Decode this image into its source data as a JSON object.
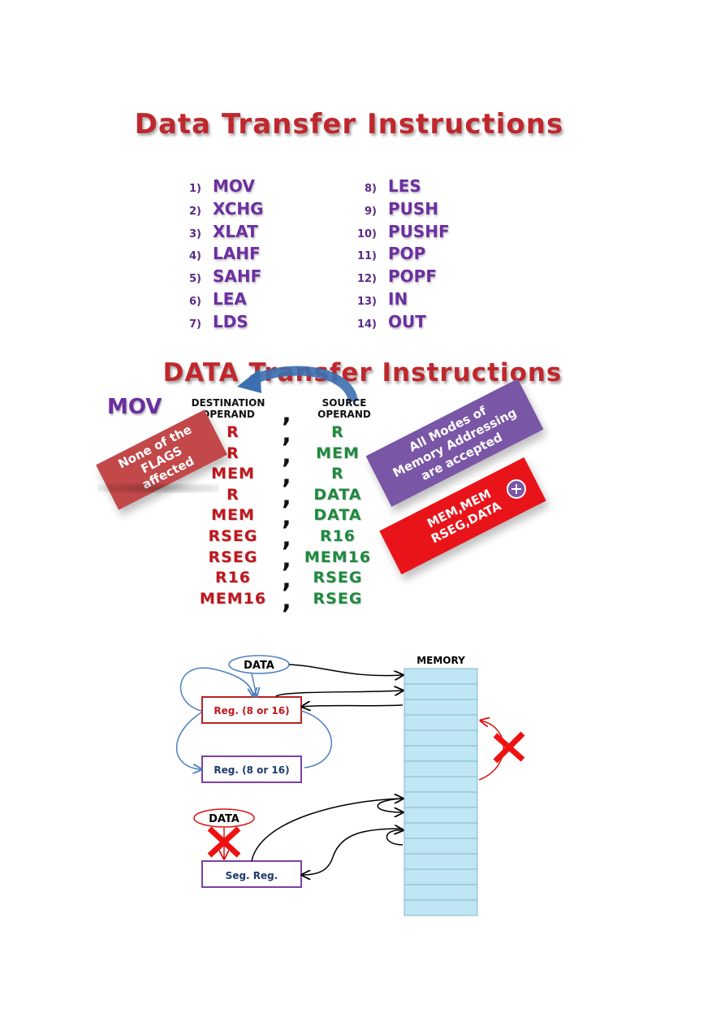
{
  "title_top": "Data Transfer Instructions",
  "instructions_left": [
    {
      "num": "1)",
      "name": "MOV"
    },
    {
      "num": "2)",
      "name": "XCHG"
    },
    {
      "num": "3)",
      "name": "XLAT"
    },
    {
      "num": "4)",
      "name": "LAHF"
    },
    {
      "num": "5)",
      "name": "SAHF"
    },
    {
      "num": "6)",
      "name": "LEA"
    },
    {
      "num": "7)",
      "name": "LDS"
    }
  ],
  "instructions_right": [
    {
      "num": "8)",
      "name": "LES"
    },
    {
      "num": "9)",
      "name": "PUSH"
    },
    {
      "num": "10)",
      "name": "PUSHF"
    },
    {
      "num": "11)",
      "name": "POP"
    },
    {
      "num": "12)",
      "name": "POPF"
    },
    {
      "num": "13)",
      "name": "IN"
    },
    {
      "num": "14)",
      "name": "OUT"
    }
  ],
  "title_mid": "DATA Transfer Instructions",
  "mov_label": "MOV",
  "dest_header": [
    "DESTINATION",
    "OPERAND"
  ],
  "src_header": [
    "SOURCE",
    "OPERAND"
  ],
  "operand_rows": [
    {
      "dest": "R",
      "sep": ",",
      "src": "R"
    },
    {
      "dest": "R",
      "sep": ",",
      "src": "MEM"
    },
    {
      "dest": "MEM",
      "sep": ",",
      "src": "R"
    },
    {
      "dest": "R",
      "sep": ",",
      "src": "DATA"
    },
    {
      "dest": "MEM",
      "sep": ",",
      "src": "DATA"
    },
    {
      "dest": "RSEG",
      "sep": ",",
      "src": "R16"
    },
    {
      "dest": "RSEG",
      "sep": ",",
      "src": "MEM16"
    },
    {
      "dest": "R16",
      "sep": ",",
      "src": "RSEG"
    },
    {
      "dest": "MEM16",
      "sep": ",",
      "src": "RSEG"
    }
  ],
  "flags_banner": [
    "None of the",
    "FLAGS",
    "affected"
  ],
  "modes_banner": [
    "All Modes of",
    "Memory Addressing",
    "are accepted"
  ],
  "invalid_banner": [
    "MEM,MEM",
    "RSEG,DATA"
  ],
  "colors": {
    "title_red": "#c0272d",
    "purple": "#6b2fa0",
    "dest_red": "#c0171e",
    "src_green": "#1f8a3f",
    "memory_cell": "#bfe6f2"
  },
  "diagram": {
    "data_top": "DATA",
    "reg_top": "Reg. (8 or 16)",
    "reg_bottom": "Reg. (8 or 16)",
    "data_bottom": "DATA",
    "seg_reg": "Seg. Reg.",
    "memory_label": "MEMORY"
  }
}
